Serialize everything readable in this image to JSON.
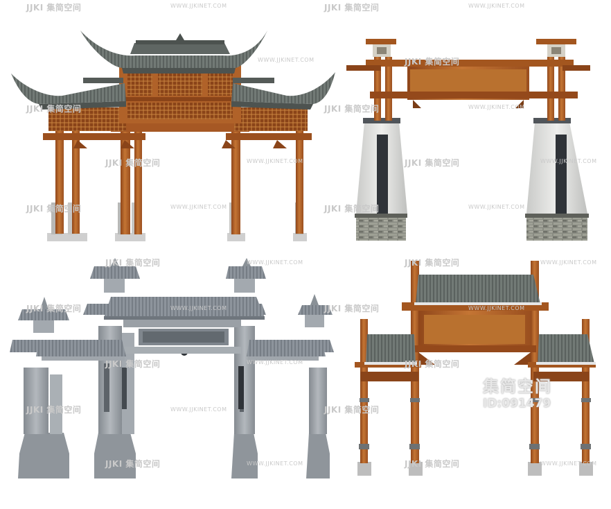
{
  "watermark": {
    "logo": "JJKI 集简空间",
    "url": "WWW.JJKINET.COM",
    "brand_name": "集简空间",
    "id_label": "ID:091479"
  },
  "colors": {
    "wood": "#b5652a",
    "wood_dark": "#7a3d16",
    "roof_tile": "#6f7773",
    "stone_light": "#d9d9d7",
    "stone_panel": "#2f3338",
    "stone_gray": "#9ca2a8",
    "brick": "#7d7f77",
    "background": "#ffffff"
  },
  "objects": [
    {
      "name": "timber-paifang-with-curved-roofs"
    },
    {
      "name": "timber-gate-on-stone-pillars"
    },
    {
      "name": "gray-stone-paifang"
    },
    {
      "name": "timber-gate-with-tile-roofs"
    }
  ]
}
